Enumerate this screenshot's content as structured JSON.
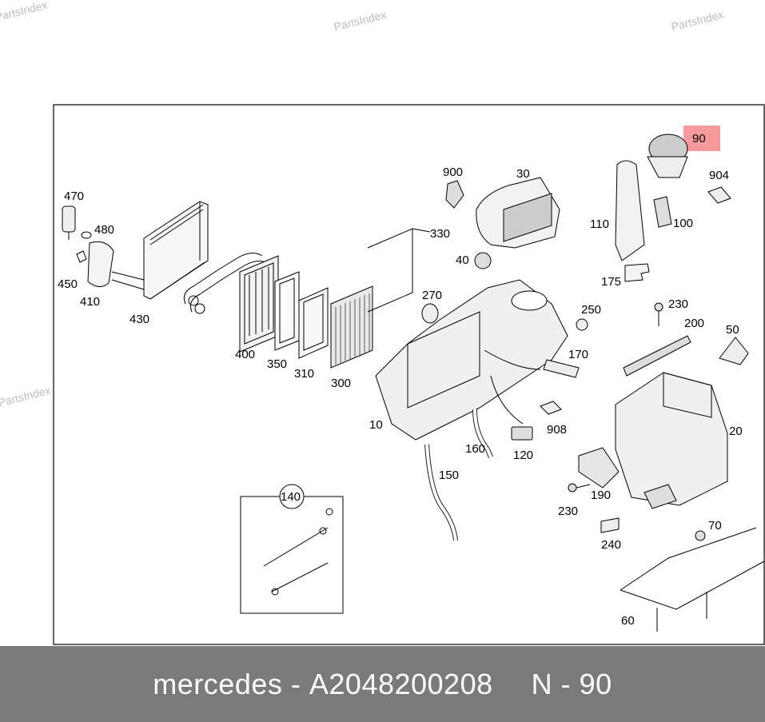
{
  "watermark": {
    "text": "PartsIndex"
  },
  "highlight_color": "#f4888a",
  "diagram": {
    "callouts": [
      {
        "id": "470",
        "label": "470"
      },
      {
        "id": "480",
        "label": "480"
      },
      {
        "id": "450",
        "label": "450"
      },
      {
        "id": "410",
        "label": "410"
      },
      {
        "id": "430",
        "label": "430"
      },
      {
        "id": "400",
        "label": "400"
      },
      {
        "id": "350",
        "label": "350"
      },
      {
        "id": "310",
        "label": "310"
      },
      {
        "id": "300",
        "label": "300"
      },
      {
        "id": "900",
        "label": "900"
      },
      {
        "id": "30",
        "label": "30"
      },
      {
        "id": "330",
        "label": "330"
      },
      {
        "id": "40",
        "label": "40"
      },
      {
        "id": "270",
        "label": "270"
      },
      {
        "id": "10",
        "label": "10"
      },
      {
        "id": "90",
        "label": "90",
        "highlighted": true
      },
      {
        "id": "904",
        "label": "904"
      },
      {
        "id": "110",
        "label": "110"
      },
      {
        "id": "100",
        "label": "100"
      },
      {
        "id": "175",
        "label": "175"
      },
      {
        "id": "230a",
        "label": "230"
      },
      {
        "id": "250",
        "label": "250"
      },
      {
        "id": "200",
        "label": "200"
      },
      {
        "id": "50",
        "label": "50"
      },
      {
        "id": "170",
        "label": "170"
      },
      {
        "id": "908",
        "label": "908"
      },
      {
        "id": "160",
        "label": "160"
      },
      {
        "id": "120",
        "label": "120"
      },
      {
        "id": "150",
        "label": "150"
      },
      {
        "id": "140",
        "label": "140"
      },
      {
        "id": "20",
        "label": "20"
      },
      {
        "id": "190",
        "label": "190"
      },
      {
        "id": "230b",
        "label": "230"
      },
      {
        "id": "240",
        "label": "240"
      },
      {
        "id": "70",
        "label": "70"
      },
      {
        "id": "60",
        "label": "60"
      }
    ]
  },
  "footer": {
    "brand": "mercedes",
    "separator1": "-",
    "part_number": "A2048200208",
    "label_prefix": "N",
    "separator2": "-",
    "label_number": "90"
  }
}
